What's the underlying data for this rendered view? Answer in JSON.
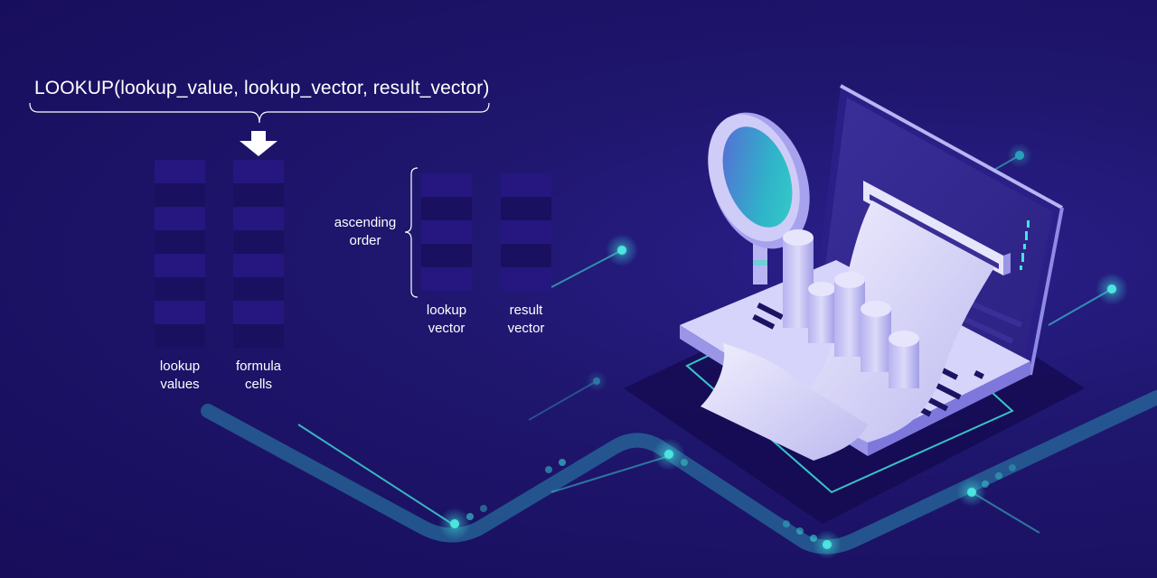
{
  "diagram": {
    "formula": "LOOKUP(lookup_value, lookup_vector, result_vector)",
    "left_group": {
      "columns": [
        {
          "id": "lookup-values",
          "label_line1": "lookup",
          "label_line2": "values",
          "cells": [
            "light",
            "dark",
            "light",
            "dark",
            "light",
            "dark",
            "light",
            "dark"
          ]
        },
        {
          "id": "formula-cells",
          "label_line1": "formula",
          "label_line2": "cells",
          "cells": [
            "light",
            "dark",
            "light",
            "dark",
            "light",
            "dark",
            "light",
            "dark"
          ]
        }
      ]
    },
    "right_group": {
      "brace_label_line1": "ascending",
      "brace_label_line2": "order",
      "columns": [
        {
          "id": "lookup-vector",
          "label_line1": "lookup",
          "label_line2": "vector",
          "cells": [
            "light",
            "dark",
            "light",
            "dark",
            "light"
          ]
        },
        {
          "id": "result-vector",
          "label_line1": "result",
          "label_line2": "vector",
          "cells": [
            "light",
            "dark",
            "light",
            "dark",
            "light"
          ]
        }
      ]
    },
    "illustration": {
      "subject": "isometric laptop with magnifying glass, bar-chart cylinders and printed report",
      "icons": [
        "laptop-icon",
        "magnifying-glass-icon",
        "bar-chart-icon",
        "receipt-paper-icon"
      ]
    },
    "colors": {
      "background": "#170d5a",
      "cell_light": "#25177f",
      "cell_dark": "#1a1060",
      "text": "#ffffff",
      "accent_cyan": "#3ee6dc",
      "illustration_lavender": "#c9c6f5"
    }
  }
}
